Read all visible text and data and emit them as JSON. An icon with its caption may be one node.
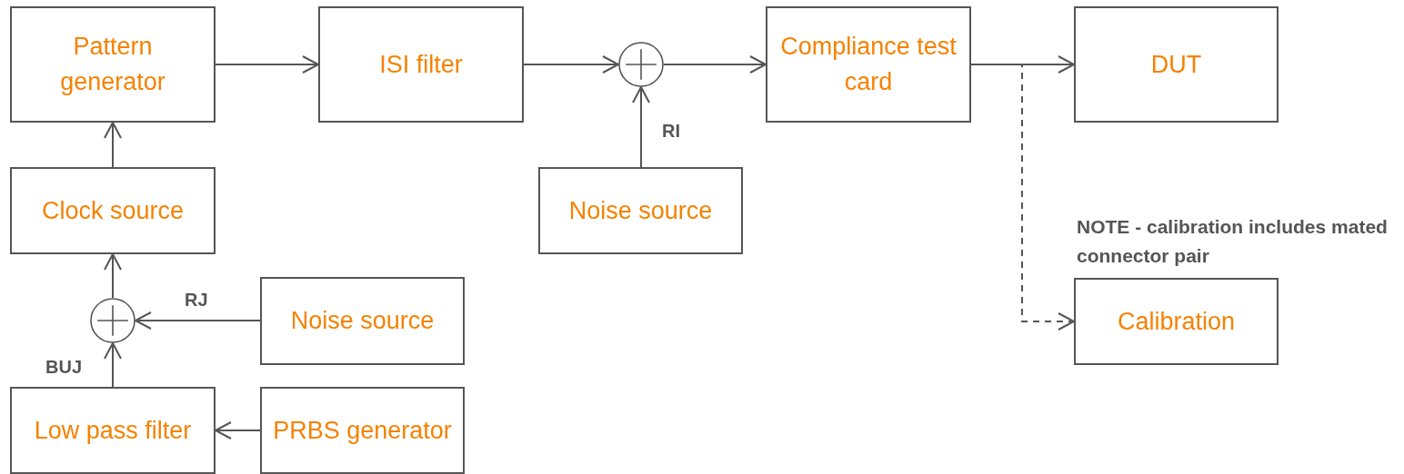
{
  "diagram": {
    "nodes": [
      {
        "text": [
          "Pattern generator"
        ]
      },
      {
        "text": [
          "ISI filter"
        ]
      },
      {
        "text": [],
        "shape": "circle"
      },
      {
        "text": [
          "Compliance test card"
        ]
      },
      {
        "text": [
          "DUT"
        ]
      },
      {
        "text": [
          "Clock source"
        ]
      },
      {
        "text": [
          "Noise source"
        ]
      },
      {
        "text": [
          "Calibration"
        ]
      },
      {
        "text": [],
        "shape": "circle"
      },
      {
        "text": [
          "Noise source"
        ]
      },
      {
        "text": [
          "Low pass filter"
        ]
      },
      {
        "text": [
          "PRBS generator"
        ]
      }
    ],
    "edges": [
      {
        "from": 0,
        "to": 1,
        "arrow": "to"
      },
      {
        "from": 1,
        "to": 2,
        "arrow": "to"
      },
      {
        "from": 2,
        "to": 3,
        "arrow": "to"
      },
      {
        "from": 3,
        "to": 4,
        "arrow": "to"
      },
      {
        "from": 3,
        "to": 7,
        "arrow": "to",
        "style": "dashed"
      },
      {
        "from": 6,
        "to": 2,
        "arrow": "to",
        "label": "RI"
      },
      {
        "from": 5,
        "to": 0,
        "arrow": "to"
      },
      {
        "from": 8,
        "to": 5,
        "arrow": "to"
      },
      {
        "from": 9,
        "to": 8,
        "arrow": "to",
        "label": "RJ"
      },
      {
        "from": 10,
        "to": 8,
        "arrow": "to",
        "label": "BUJ"
      },
      {
        "from": 11,
        "to": 10,
        "arrow": "to"
      }
    ],
    "labels": [
      "NOTE - calibration includes mated connector pair"
    ]
  }
}
